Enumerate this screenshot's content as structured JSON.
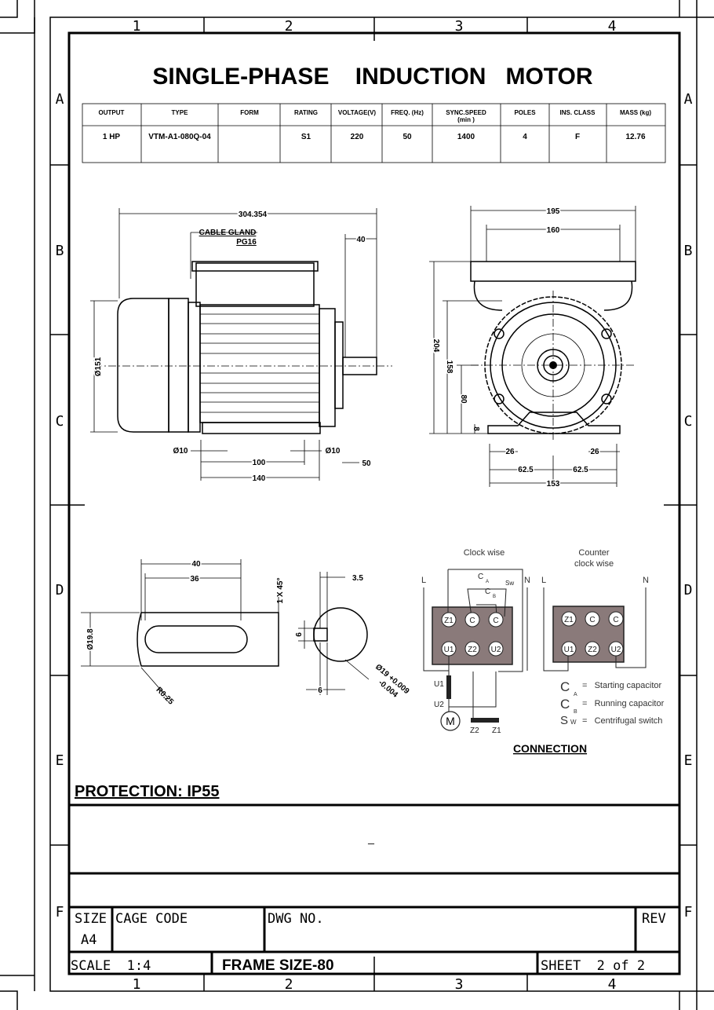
{
  "title": "SINGLE-PHASE    INDUCTION   MOTOR",
  "zones": {
    "columns": [
      "1",
      "2",
      "3",
      "4"
    ],
    "rows": [
      "A",
      "B",
      "C",
      "D",
      "E",
      "F"
    ]
  },
  "spec_table": {
    "headers": [
      "OUTPUT",
      "TYPE",
      "FORM",
      "RATING",
      "VOLTAGE(V)",
      "FREQ. (Hz)",
      "SYNC.SPEED",
      "POLES",
      "INS. CLASS",
      "MASS (kg)"
    ],
    "sync_unit": "(min )",
    "values": [
      "1 HP",
      "VTM-A1-080Q-04",
      "",
      "S1",
      "220",
      "50",
      "1400",
      "4",
      "F",
      "12.76"
    ]
  },
  "side_view": {
    "overall": "304.354",
    "cable_gland": "CABLE GLAND",
    "gland_size": "PG16",
    "shaft_len": "40",
    "dia": "Ø151",
    "foot_hole_left": "Ø10",
    "foot_hole_right": "Ø10",
    "foot_spacing": "100",
    "foot_length": "140",
    "shaft_offset": "50"
  },
  "front_view": {
    "width_top": "195",
    "width_inner": "160",
    "height": "204",
    "center_height_1": "158",
    "center_height_2": "80",
    "foot_thickness": "8",
    "foot_slot_left": "26",
    "foot_slot_right": "26",
    "half_left": "62.5",
    "half_right": "62.5",
    "foot_width": "153"
  },
  "shaft_detail": {
    "key_len": "40",
    "key_inner": "36",
    "chamfer": "1 X 45°",
    "dia": "Ø19.8",
    "radius": "R0.25",
    "key_depth": "3.5",
    "key_height": "6",
    "key_width": "6",
    "shaft_dia": "Ø19 +0.009",
    "shaft_tol": "-0.004"
  },
  "connection": {
    "clockwise": "Clock wise",
    "counter_1": "Counter",
    "counter_2": "clock wise",
    "L": "L",
    "N": "N",
    "terminals_top": [
      "Z1",
      "C",
      "C"
    ],
    "terminals_bottom": [
      "U1",
      "Z2",
      "U2"
    ],
    "ca": "C",
    "ca_sub": "A",
    "cb": "C",
    "cb_sub": "B",
    "sw": "Sw",
    "u1": "U1",
    "u2": "U2",
    "z2": "Z2",
    "z1": "Z1",
    "motor": "M",
    "legend": [
      {
        "sym": "C",
        "sub": "A",
        "text": "=   Starting capacitor"
      },
      {
        "sym": "C",
        "sub": "B",
        "text": "=   Running capacitor"
      },
      {
        "sym": "S",
        "sub": "W",
        "text": "=   Centrifugal switch"
      }
    ],
    "caption": "CONNECTION"
  },
  "protection": "PROTECTION: IP55",
  "notes_mark": "_",
  "title_block": {
    "size_label": "SIZE",
    "size_value": "A4",
    "cage_code": "CAGE CODE",
    "dwg_no": "DWG NO.",
    "rev": "REV",
    "scale": "SCALE  1:4",
    "frame": "FRAME SIZE-80",
    "sheet": "SHEET  2 of 2"
  }
}
